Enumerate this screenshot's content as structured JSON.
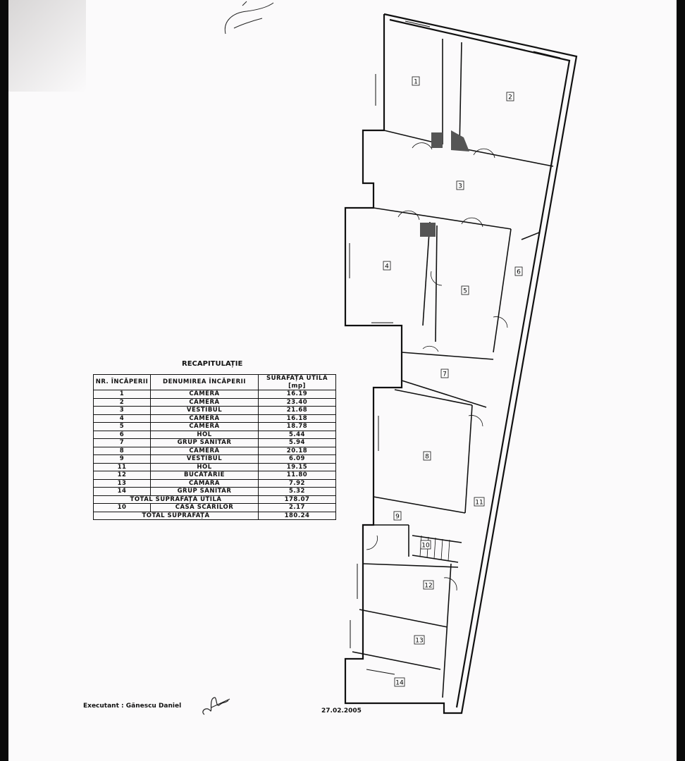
{
  "recap": {
    "title": "RECAPITULAȚIE",
    "headers": {
      "nr": "NR. ÎNCĂPERII",
      "name": "DENUMIREA ÎNCĂPERII",
      "area": "SURAFAȚA UTILĂ [mp]"
    },
    "rows": [
      {
        "nr": "1",
        "name": "CAMERĂ",
        "area": "16.19"
      },
      {
        "nr": "2",
        "name": "CAMERĂ",
        "area": "23.40"
      },
      {
        "nr": "3",
        "name": "VESTIBUL",
        "area": "21.68"
      },
      {
        "nr": "4",
        "name": "CAMERĂ",
        "area": "16.18"
      },
      {
        "nr": "5",
        "name": "CAMERĂ",
        "area": "18.78"
      },
      {
        "nr": "6",
        "name": "HOL",
        "area": "5.44"
      },
      {
        "nr": "7",
        "name": "GRUP SANITAR",
        "area": "5.94"
      },
      {
        "nr": "8",
        "name": "CAMERĂ",
        "area": "20.18"
      },
      {
        "nr": "9",
        "name": "VESTIBUL",
        "area": "6.09"
      },
      {
        "nr": "11",
        "name": "HOL",
        "area": "19.15"
      },
      {
        "nr": "12",
        "name": "BUCĂTĂRIE",
        "area": "11.80"
      },
      {
        "nr": "13",
        "name": "CĂMARA",
        "area": "7.92"
      },
      {
        "nr": "14",
        "name": "GRUP SANITAR",
        "area": "5.32"
      }
    ],
    "total_useful_label": "TOTAL SUPRAFAȚĂ UTILĂ",
    "total_useful": "178.07",
    "stairs": {
      "nr": "10",
      "name": "CASA SCĂRILOR",
      "area": "2.17"
    },
    "total_label": "TOTAL SUPRAFAȚĂ",
    "total": "180.24"
  },
  "plan": {
    "rooms": [
      "1",
      "2",
      "3",
      "4",
      "5",
      "6",
      "7",
      "8",
      "9",
      "10",
      "11",
      "12",
      "13",
      "14"
    ]
  },
  "footer": {
    "executant": "Executant :  Gănescu Daniel",
    "date": "27.02.2005"
  }
}
